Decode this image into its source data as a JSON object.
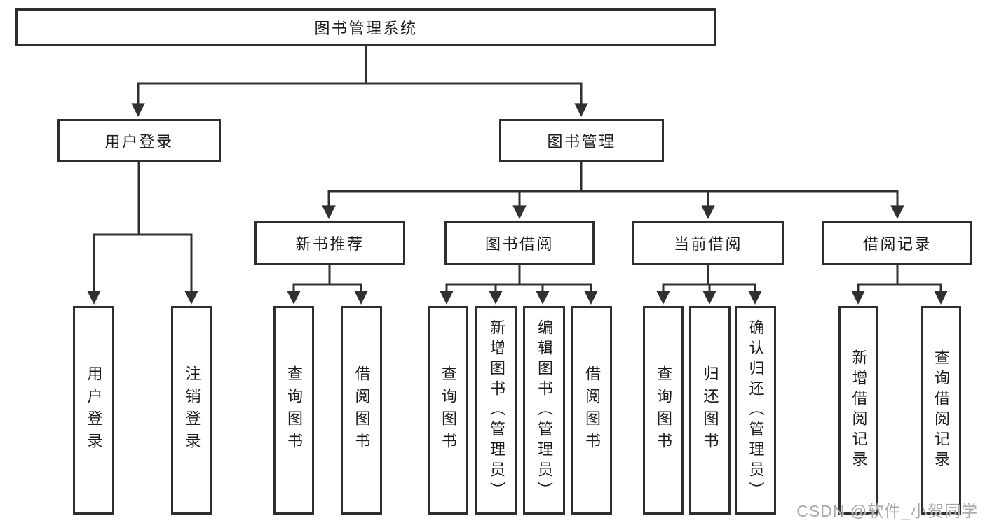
{
  "nodes": {
    "root": {
      "label": "图书管理系统"
    },
    "user_login": {
      "label": "用户登录"
    },
    "book_management": {
      "label": "图书管理"
    },
    "new_book_recommend": {
      "label": "新书推荐"
    },
    "book_borrowing": {
      "label": "图书借阅"
    },
    "current_borrowing": {
      "label": "当前借阅"
    },
    "borrowing_records": {
      "label": "借阅记录"
    },
    "leaf_user_login": {
      "label": "用户登录"
    },
    "leaf_logout": {
      "label": "注销登录"
    },
    "leaf_nr_query_books": {
      "label": "查询图书"
    },
    "leaf_nr_borrow_books": {
      "label": "借阅图书"
    },
    "leaf_bb_query_books": {
      "label": "查询图书"
    },
    "leaf_bb_add_books": {
      "label": "新增图书（管理员）"
    },
    "leaf_bb_edit_books": {
      "label": "编辑图书（管理员）"
    },
    "leaf_bb_borrow_books": {
      "label": "借阅图书"
    },
    "leaf_cb_query_books": {
      "label": "查询图书"
    },
    "leaf_cb_return_books": {
      "label": "归还图书"
    },
    "leaf_cb_confirm_return": {
      "label": "确认归还（管理员）"
    },
    "leaf_br_add_record": {
      "label": "新增借阅记录"
    },
    "leaf_br_query_record": {
      "label": "查询借阅记录"
    }
  },
  "hierarchy": {
    "图书管理系统": {
      "用户登录": [
        "用户登录",
        "注销登录"
      ],
      "图书管理": {
        "新书推荐": [
          "查询图书",
          "借阅图书"
        ],
        "图书借阅": [
          "查询图书",
          "新增图书（管理员）",
          "编辑图书（管理员）",
          "借阅图书"
        ],
        "当前借阅": [
          "查询图书",
          "归还图书",
          "确认归还（管理员）"
        ],
        "借阅记录": [
          "新增借阅记录",
          "查询借阅记录"
        ]
      }
    }
  },
  "watermark": {
    "text": "CSDN @软件_小贺同学",
    "color": "#a8a8a8"
  },
  "colors": {
    "line": "#303030",
    "box_border": "#2e2e2e",
    "box_fill": "#ffffff",
    "text": "#1c1c1c",
    "background": "#ffffff"
  }
}
